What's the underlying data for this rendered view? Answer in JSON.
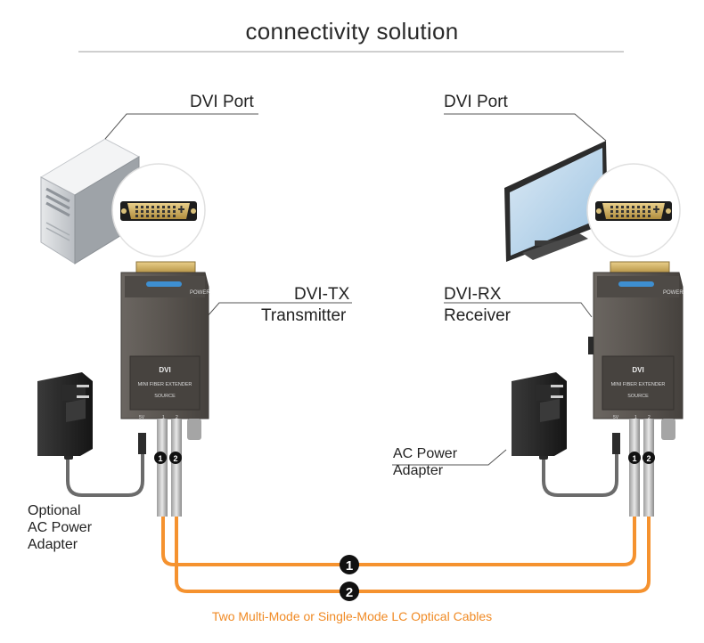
{
  "title": "connectivity solution",
  "left": {
    "port_label": "DVI Port",
    "device_label_line1": "DVI-TX",
    "device_label_line2": "Transmitter",
    "adapter_label": [
      "Optional",
      "AC Power",
      "Adapter"
    ],
    "unit_brand": "DVI",
    "unit_subtitle": "MINI FIBER  EXTENDER",
    "unit_mode": "SOURCE",
    "power_text": "POWER",
    "port_marks": [
      "5V",
      "1",
      "2"
    ]
  },
  "right": {
    "port_label": "DVI Port",
    "device_label_line1": "DVI-RX",
    "device_label_line2": "Receiver",
    "adapter_label": [
      "AC Power",
      "Adapter"
    ],
    "unit_brand": "DVI",
    "unit_subtitle": "MINI FIBER  EXTENDER",
    "unit_mode": "SOURCE",
    "power_text": "POWER",
    "port_marks": [
      "5V",
      "1",
      "2"
    ]
  },
  "cables": {
    "numbers": [
      "1",
      "2"
    ]
  },
  "connector_numbers": [
    "1",
    "2"
  ],
  "caption": "Two Multi-Mode or Single-Mode LC Optical Cables",
  "colors": {
    "cable": "#f5922f",
    "text": "#222222",
    "caption": "#f08a24",
    "unit": "#5c5752"
  },
  "icons": [
    "pc-tower-icon",
    "monitor-icon",
    "dvi-connector-icon",
    "power-adapter-icon",
    "fiber-extender-icon"
  ]
}
